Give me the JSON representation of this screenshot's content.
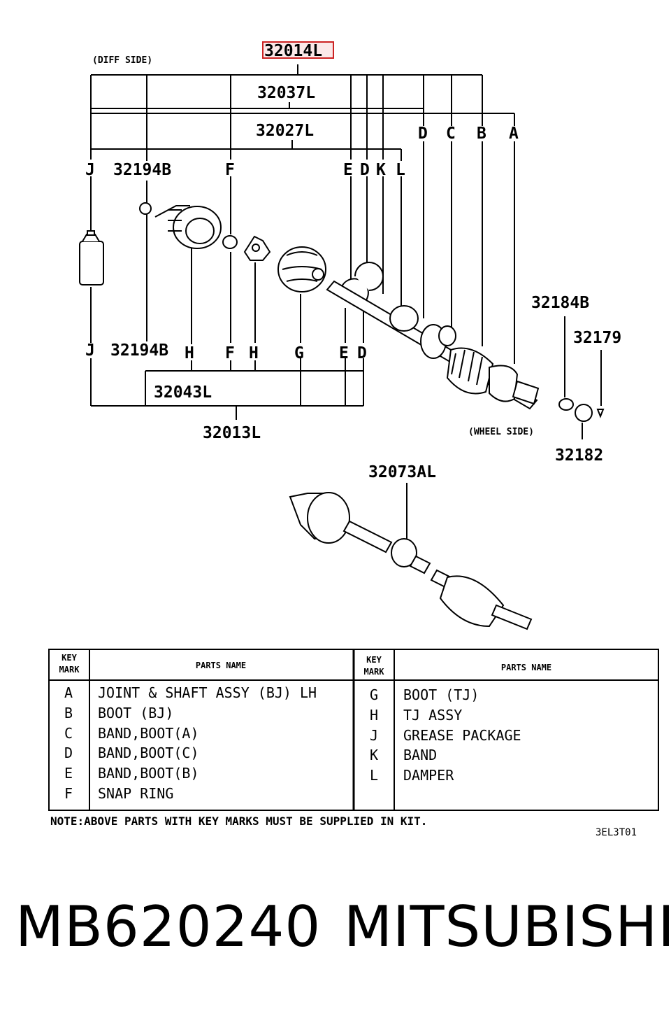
{
  "labels": {
    "top_part": "32014L",
    "diff_side": "(DIFF SIDE)",
    "p32037L": "32037L",
    "p32027L": "32027L",
    "p32194B": "32194B",
    "p32043L": "32043L",
    "p32013L": "32013L",
    "p32184B": "32184B",
    "p32179": "32179",
    "p32182": "32182",
    "wheel_side": "(WHEEL SIDE)",
    "p32073AL": "32073AL"
  },
  "letters": {
    "A": "A",
    "B": "B",
    "C": "C",
    "D": "D",
    "E": "E",
    "F": "F",
    "G": "G",
    "H": "H",
    "J": "J",
    "K": "K",
    "L": "L"
  },
  "table": {
    "key_mark_header": [
      "KEY",
      "MARK"
    ],
    "parts_name_header": "PARTS NAME",
    "left": [
      {
        "mark": "A",
        "name": "JOINT & SHAFT ASSY (BJ) LH"
      },
      {
        "mark": "B",
        "name": "BOOT (BJ)"
      },
      {
        "mark": "C",
        "name": "BAND,BOOT(A)"
      },
      {
        "mark": "D",
        "name": "BAND,BOOT(C)"
      },
      {
        "mark": "E",
        "name": "BAND,BOOT(B)"
      },
      {
        "mark": "F",
        "name": "SNAP RING"
      }
    ],
    "right": [
      {
        "mark": "G",
        "name": "BOOT (TJ)"
      },
      {
        "mark": "H",
        "name": "TJ ASSY"
      },
      {
        "mark": "J",
        "name": "GREASE PACKAGE"
      },
      {
        "mark": "K",
        "name": "BAND"
      },
      {
        "mark": "L",
        "name": "DAMPER"
      }
    ]
  },
  "note": "NOTE:ABOVE PARTS WITH KEY MARKS MUST BE SUPPLIED IN KIT.",
  "code": "3EL3T01",
  "footer": {
    "part_number": "MB620240",
    "brand": "MITSUBISHI"
  },
  "colors": {
    "highlight": "#cc2222"
  }
}
